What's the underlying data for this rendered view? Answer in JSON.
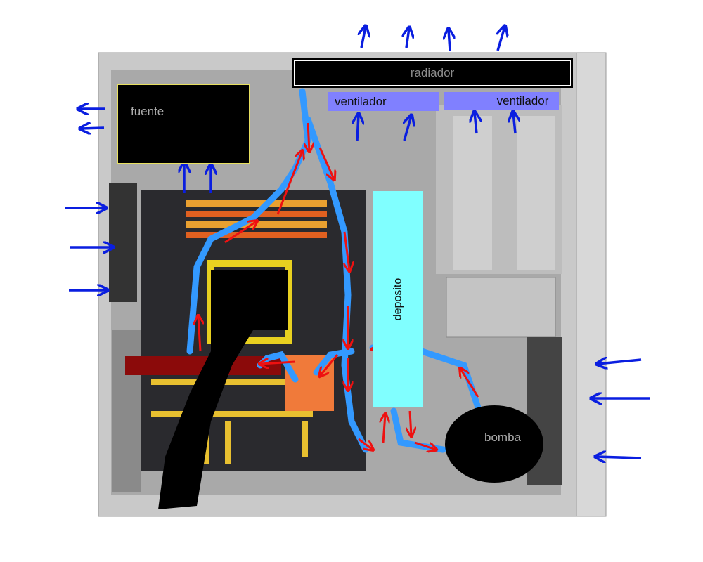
{
  "labels": {
    "radiator": "radiador",
    "fan_left": "ventilador",
    "fan_right": "ventilador",
    "psu": "fuente",
    "reservoir": "deposito",
    "pump": "bomba"
  },
  "colors": {
    "fan": "#8080ff",
    "reservoir": "#80ffff",
    "tube": "#3399ff",
    "flow_arrow": "#ee1111",
    "air_arrow": "#0a1ee0"
  }
}
